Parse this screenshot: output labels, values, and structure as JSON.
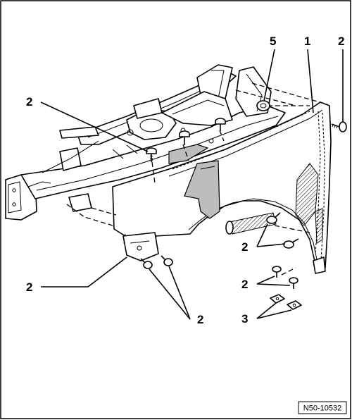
{
  "callouts": [
    {
      "id": "c1",
      "label": "1"
    },
    {
      "id": "c2a",
      "label": "2"
    },
    {
      "id": "c2b",
      "label": "2"
    },
    {
      "id": "c2c",
      "label": "2"
    },
    {
      "id": "c2d",
      "label": "2"
    },
    {
      "id": "c2e",
      "label": "2"
    },
    {
      "id": "c2f",
      "label": "2"
    },
    {
      "id": "c3",
      "label": "3"
    },
    {
      "id": "c5",
      "label": "5"
    }
  ],
  "reference_code": "N50-10532"
}
